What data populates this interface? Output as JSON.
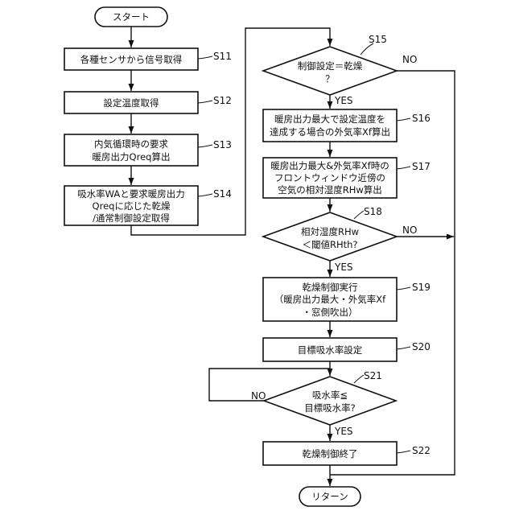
{
  "terminals": {
    "start": "スタート",
    "return": "リターン"
  },
  "steps": {
    "s11": {
      "label": "S11",
      "lines": [
        "各種センサから信号取得"
      ]
    },
    "s12": {
      "label": "S12",
      "lines": [
        "設定温度取得"
      ]
    },
    "s13": {
      "label": "S13",
      "lines": [
        "内気循環時の要求",
        "暖房出力Qreq算出"
      ]
    },
    "s14": {
      "label": "S14",
      "lines": [
        "吸水率WAと要求暖房出力",
        "Qreqに応じた乾燥",
        "/通常制御設定取得"
      ]
    },
    "s15": {
      "label": "S15",
      "lines": [
        "制御設定＝乾燥",
        "？"
      ]
    },
    "s16": {
      "label": "S16",
      "lines": [
        "暖房出力最大で設定温度を",
        "達成する場合の外気率Xf算出"
      ]
    },
    "s17": {
      "label": "S17",
      "lines": [
        "暖房出力最大&外気率Xf時の",
        "フロントウィンドウ近傍の",
        "空気の相対湿度RHw算出"
      ]
    },
    "s18": {
      "label": "S18",
      "lines": [
        "相対湿度RHw",
        "＜閾値RHth?"
      ]
    },
    "s19": {
      "label": "S19",
      "lines": [
        "乾燥制御実行",
        "（暖房出力最大・外気率Xf",
        "・窓側吹出）"
      ]
    },
    "s20": {
      "label": "S20",
      "lines": [
        "目標吸水率設定"
      ]
    },
    "s21": {
      "label": "S21",
      "lines": [
        "吸水率≦",
        "目標吸水率?"
      ]
    },
    "s22": {
      "label": "S22",
      "lines": [
        "乾燥制御終了"
      ]
    }
  },
  "branches": {
    "yes": "YES",
    "no": "NO"
  }
}
